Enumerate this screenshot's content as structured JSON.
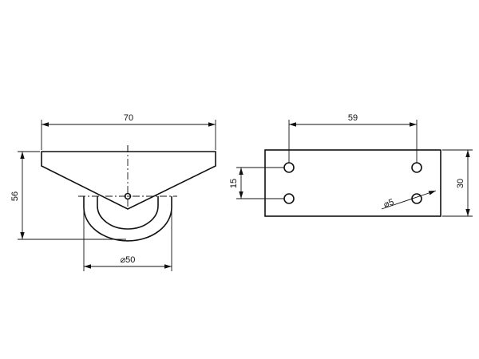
{
  "side_view": {
    "width_label": "70",
    "height_label": "56",
    "wheel_diameter_label": "⌀50"
  },
  "top_view": {
    "hole_spacing_x_label": "59",
    "hole_spacing_y_label": "15",
    "plate_height_label": "30",
    "hole_diameter_label": "⌀5"
  },
  "colors": {
    "line": "#111111",
    "background": "#ffffff"
  }
}
